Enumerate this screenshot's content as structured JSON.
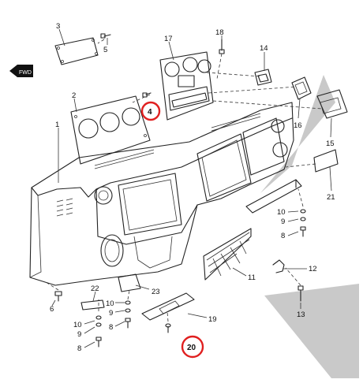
{
  "diagram": {
    "direction_tag": "FWD",
    "callouts": [
      {
        "id": "c3",
        "text": "3"
      },
      {
        "id": "c5",
        "text": "5"
      },
      {
        "id": "c17",
        "text": "17"
      },
      {
        "id": "c18",
        "text": "18"
      },
      {
        "id": "c14",
        "text": "14"
      },
      {
        "id": "c2",
        "text": "2"
      },
      {
        "id": "c4",
        "text": "4",
        "highlighted": true
      },
      {
        "id": "c1",
        "text": "1"
      },
      {
        "id": "c16",
        "text": "16"
      },
      {
        "id": "c15",
        "text": "15"
      },
      {
        "id": "c21",
        "text": "21"
      },
      {
        "id": "c10a",
        "text": "10"
      },
      {
        "id": "c9a",
        "text": "9"
      },
      {
        "id": "c8a",
        "text": "8"
      },
      {
        "id": "c11",
        "text": "11"
      },
      {
        "id": "c12",
        "text": "12"
      },
      {
        "id": "c13",
        "text": "13"
      },
      {
        "id": "c22",
        "text": "22"
      },
      {
        "id": "c23",
        "text": "23"
      },
      {
        "id": "c6",
        "text": "6"
      },
      {
        "id": "c10b",
        "text": "10"
      },
      {
        "id": "c9b",
        "text": "9"
      },
      {
        "id": "c8b",
        "text": "8"
      },
      {
        "id": "c10c",
        "text": "10"
      },
      {
        "id": "c9c",
        "text": "9"
      },
      {
        "id": "c8c",
        "text": "8"
      },
      {
        "id": "c19",
        "text": "19"
      },
      {
        "id": "c20",
        "text": "20",
        "highlighted": true
      }
    ],
    "highlight_color": "#e02020"
  }
}
